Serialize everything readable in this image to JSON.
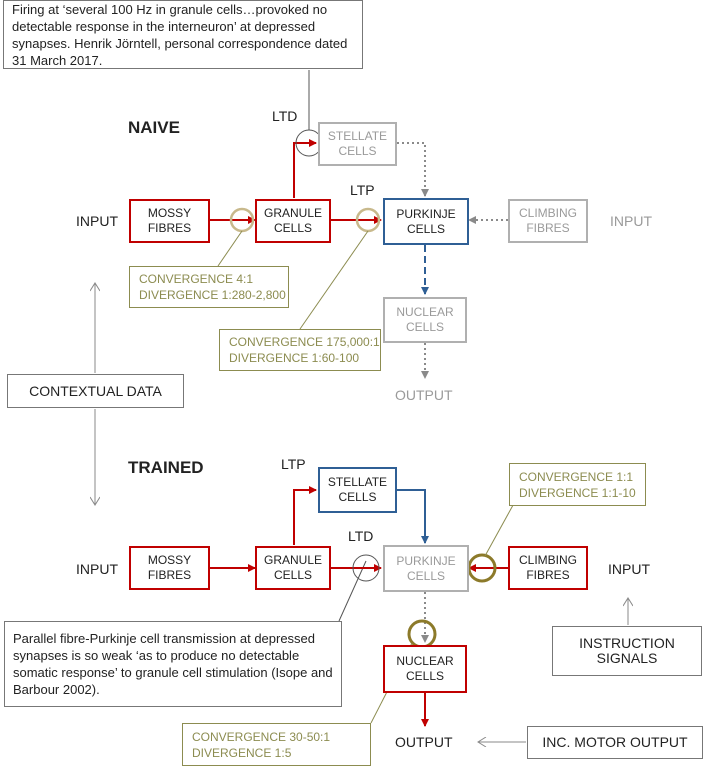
{
  "notes": {
    "top": "Firing at ‘several 100 Hz in granule cells…provoked no detectable response in the interneuron’ at depressed synapses.  Henrik Jörntell, personal correspondence dated 31 March 2017.",
    "bottom": "Parallel fibre-Purkinje cell transmission at depressed synapses is so weak ‘as to produce no detectable somatic response’ to granule cell stimulation (Isope and Barbour 2002)."
  },
  "naive": {
    "title": "NAIVE",
    "input_left": "INPUT",
    "input_right": "INPUT",
    "output": "OUTPUT",
    "ltd": "LTD",
    "ltp": "LTP",
    "mossy": "MOSSY\nFIBRES",
    "granule": "GRANULE\nCELLS",
    "stellate": "STELLATE\nCELLS",
    "purkinje": "PURKINJE\nCELLS",
    "climbing": "CLIMBING\nFIBRES",
    "nuclear": "NUCLEAR\nCELLS",
    "conv_granule": "CONVERGENCE  4:1\nDIVERGENCE  1:280-2,800",
    "conv_purkinje": "CONVERGENCE  175,000:1\nDIVERGENCE  1:60-100"
  },
  "contextual": "CONTEXTUAL DATA",
  "trained": {
    "title": "TRAINED",
    "input_left": "INPUT",
    "input_right": "INPUT",
    "output": "OUTPUT",
    "ltp": "LTP",
    "ltd": "LTD",
    "mossy": "MOSSY\nFIBRES",
    "granule": "GRANULE\nCELLS",
    "stellate": "STELLATE\nCELLS",
    "purkinje": "PURKINJE\nCELLS",
    "climbing": "CLIMBING\nFIBRES",
    "nuclear": "NUCLEAR\nCELLS",
    "conv_climbing": "CONVERGENCE  1:1\nDIVERGENCE  1:1-10",
    "conv_nuclear": "CONVERGENCE  30-50:1\nDIVERGENCE  1:5",
    "instruction": "INSTRUCTION\nSIGNALS",
    "motor": "INC. MOTOR OUTPUT"
  },
  "colors": {
    "red": "#c00000",
    "grey": "#b0b0b0",
    "blue": "#2f5f95",
    "olive": "#8c8c50",
    "circle_tan": "#c8b98c",
    "circle_olive": "#8c7a2a"
  }
}
